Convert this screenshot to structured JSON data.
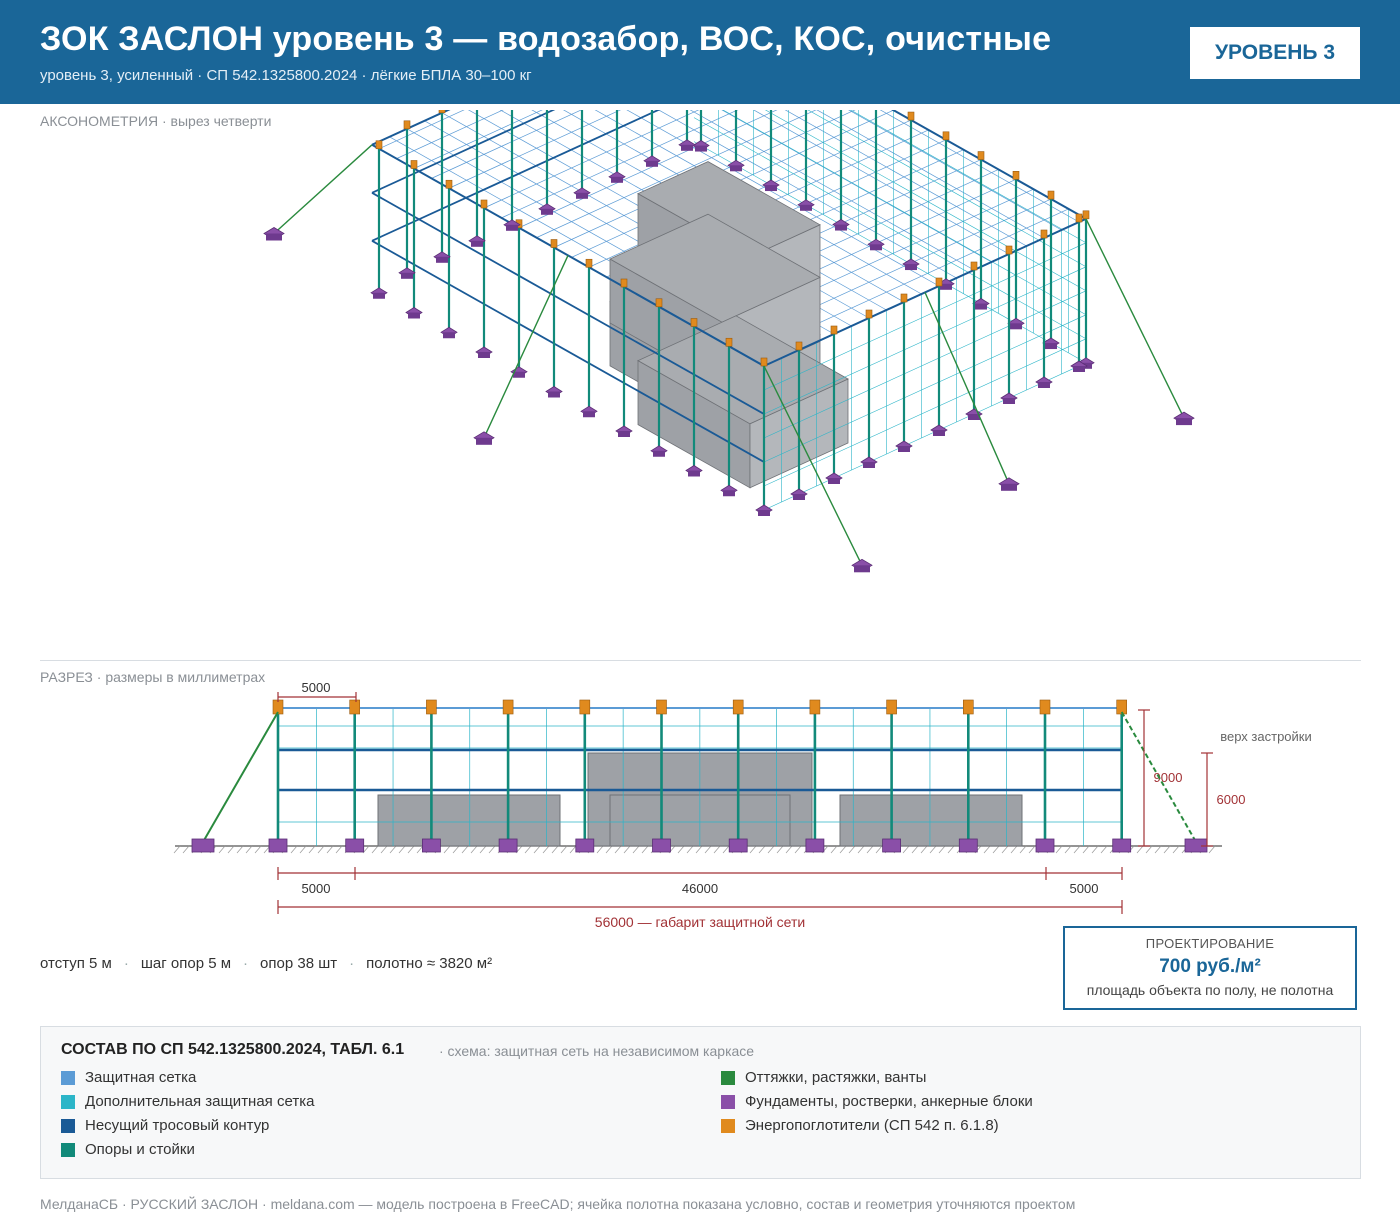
{
  "header": {
    "title": "ЗОК ЗАСЛОН уровень 3 — водозабор, ВОС, КОС, очистные",
    "subtitle": "уровень 3, усиленный · СП 542.1325800.2024 · лёгкие БПЛА 30–100 кг",
    "badge": "УРОВЕНЬ 3"
  },
  "axon": {
    "label": "АКСОНОМЕТРИЯ",
    "note": "· вырез четверти"
  },
  "section": {
    "label": "РАЗРЕЗ",
    "note": "· размеры в миллиметрах",
    "dim_top": "5000",
    "dim_left": "5000",
    "dim_mid": "46000",
    "dim_right": "5000",
    "dim_total": "56000 — габарит защитной сети",
    "dim_h1": "9000",
    "dim_h2": "6000",
    "roof_label": "верх застройки"
  },
  "stats": {
    "offset": "отступ 5 м",
    "step": "шаг опор 5 м",
    "supports": "опор 38 шт",
    "area": "полотно ≈ 3820 м²"
  },
  "price": {
    "label": "ПРОЕКТИРОВАНИЕ",
    "value": "700 руб./м²",
    "note": "площадь объекта по полу, не полотна"
  },
  "legend": {
    "title": "СОСТАВ ПО СП 542.1325800.2024, ТАБЛ. 6.1",
    "note": "· схема: защитная сеть на независимом каркасе",
    "items": [
      {
        "label": "Защитная сетка",
        "color": "#5b9bd5"
      },
      {
        "label": "Дополнительная защитная сетка",
        "color": "#2bb5c8"
      },
      {
        "label": "Несущий тросовый контур",
        "color": "#1a5a96"
      },
      {
        "label": "Опоры и стойки",
        "color": "#128a7a"
      },
      {
        "label": "Оттяжки, растяжки, ванты",
        "color": "#2a8a3e"
      },
      {
        "label": "Фундаменты, ростверки, анкерные блоки",
        "color": "#8a4fa8"
      },
      {
        "label": "Энергопоглотители (СП 542 п. 6.1.8)",
        "color": "#e08a1e"
      }
    ]
  },
  "footer": "МелданаСБ · РУССКИЙ ЗАСЛОН · meldana.com — модель построена в FreeCAD; ячейка полотна показана условно, состав и геометрия уточняются проектом"
}
